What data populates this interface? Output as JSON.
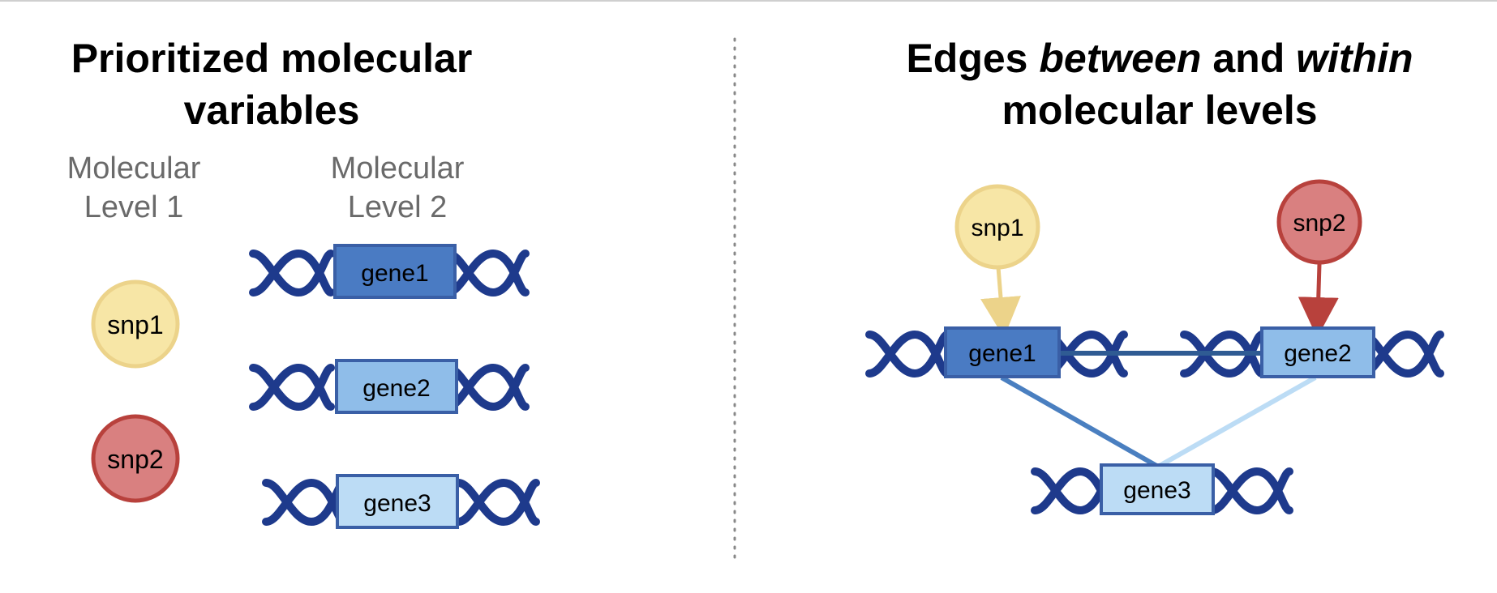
{
  "left_panel": {
    "title_line1": "Prioritized molecular",
    "title_line2": "variables",
    "level1_label_line1": "Molecular",
    "level1_label_line2": "Level 1",
    "level2_label_line1": "Molecular",
    "level2_label_line2": "Level 2",
    "snps": [
      {
        "label": "snp1",
        "fill": "#f7e6a6",
        "stroke": "#ecd38a"
      },
      {
        "label": "snp2",
        "fill": "#d98080",
        "stroke": "#b8413c"
      }
    ],
    "genes": [
      {
        "label": "gene1",
        "fill": "#4a7bc3",
        "stroke": "#3a5fa6"
      },
      {
        "label": "gene2",
        "fill": "#8fbde9",
        "stroke": "#3a5fa6"
      },
      {
        "label": "gene3",
        "fill": "#bcdcf5",
        "stroke": "#3a5fa6"
      }
    ]
  },
  "right_panel": {
    "title_part1": "Edges ",
    "title_em1": "between",
    "title_part2": " and ",
    "title_em2": "within",
    "title_line2": "molecular levels",
    "snp1_label": "snp1",
    "snp2_label": "snp2",
    "gene1_label": "gene1",
    "gene2_label": "gene2",
    "gene3_label": "gene3"
  },
  "colors": {
    "dna_strand": "#1e3a8c",
    "snp1_edge": "#ecd38a",
    "snp2_edge": "#b8413c",
    "gene1_gene2_edge": "#2f5b93",
    "gene1_gene3_edge": "#4a7fc0",
    "gene2_gene3_edge": "#bcdcf5",
    "divider": "#888888"
  }
}
